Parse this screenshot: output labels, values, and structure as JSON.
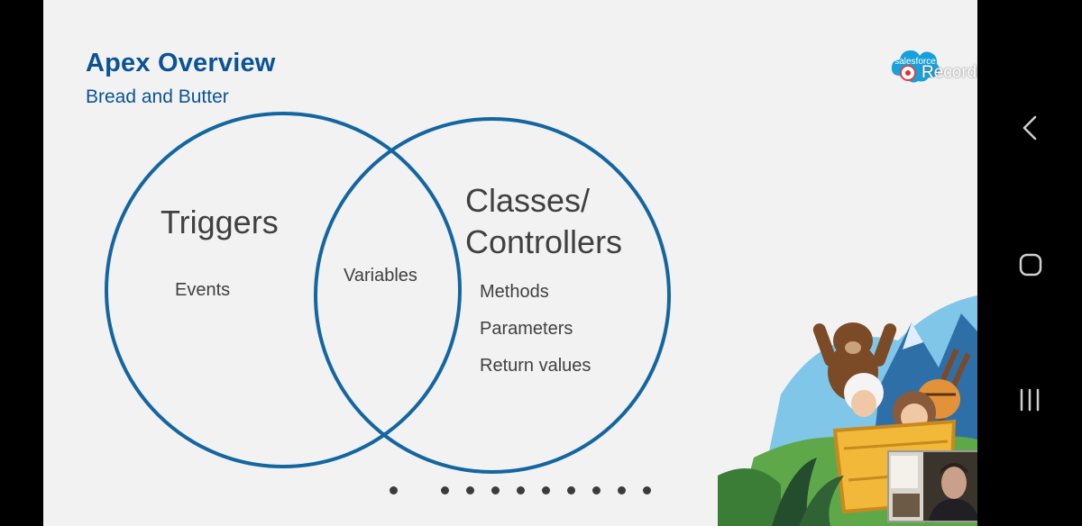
{
  "slide": {
    "title": "Apex Overview",
    "subtitle": "Bread and Butter",
    "logo_text": "salesforce",
    "recording_label": "Recording",
    "colors": {
      "title": "#0b5394",
      "circle": "#1466a0",
      "text": "#404040"
    }
  },
  "venn": {
    "left_heading": "Triggers",
    "left_items": [
      "Events"
    ],
    "overlap_items": [
      "Variables"
    ],
    "right_heading_line1": "Classes/",
    "right_heading_line2": "Controllers",
    "right_items": [
      "Methods",
      "Parameters",
      "Return values"
    ]
  },
  "pagination": {
    "dot_count": 10,
    "current_index": 0
  },
  "navbar": {
    "icons": [
      "back-icon",
      "home-icon",
      "recent-apps-icon"
    ]
  }
}
